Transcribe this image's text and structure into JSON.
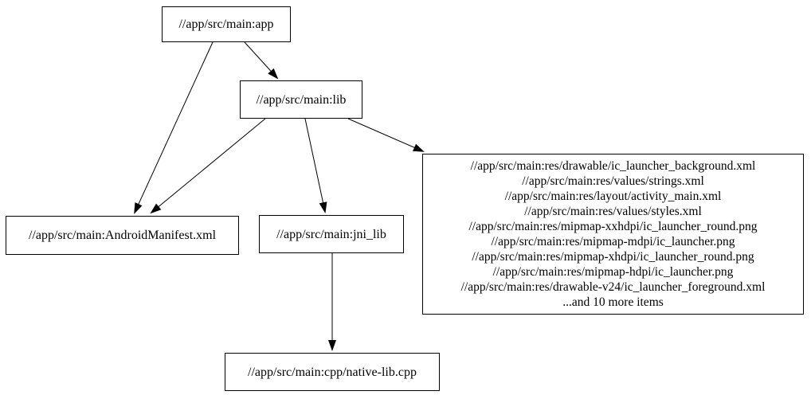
{
  "graph": {
    "type": "dependency-graph",
    "background_color": "#ffffff",
    "node_border_color": "#000000",
    "edge_color": "#000000",
    "text_color": "#000000",
    "nodes": {
      "app": {
        "label": "//app/src/main:app"
      },
      "lib": {
        "label": "//app/src/main:lib"
      },
      "manifest": {
        "label": "//app/src/main:AndroidManifest.xml"
      },
      "jni_lib": {
        "label": "//app/src/main:jni_lib"
      },
      "res_group": {
        "lines": [
          "//app/src/main:res/drawable/ic_launcher_background.xml",
          "//app/src/main:res/values/strings.xml",
          "//app/src/main:res/layout/activity_main.xml",
          "//app/src/main:res/values/styles.xml",
          "//app/src/main:res/mipmap-xxhdpi/ic_launcher_round.png",
          "//app/src/main:res/mipmap-mdpi/ic_launcher.png",
          "//app/src/main:res/mipmap-xhdpi/ic_launcher_round.png",
          "//app/src/main:res/mipmap-hdpi/ic_launcher.png",
          "//app/src/main:res/drawable-v24/ic_launcher_foreground.xml",
          "...and 10 more items"
        ]
      },
      "native_lib": {
        "label": "//app/src/main:cpp/native-lib.cpp"
      }
    },
    "edges": [
      {
        "from": "//app/src/main:app",
        "to": "//app/src/main:lib"
      },
      {
        "from": "//app/src/main:app",
        "to": "//app/src/main:AndroidManifest.xml"
      },
      {
        "from": "//app/src/main:lib",
        "to": "//app/src/main:AndroidManifest.xml"
      },
      {
        "from": "//app/src/main:lib",
        "to": "//app/src/main:jni_lib"
      },
      {
        "from": "//app/src/main:lib",
        "to": "res_group"
      },
      {
        "from": "//app/src/main:jni_lib",
        "to": "//app/src/main:cpp/native-lib.cpp"
      }
    ]
  }
}
